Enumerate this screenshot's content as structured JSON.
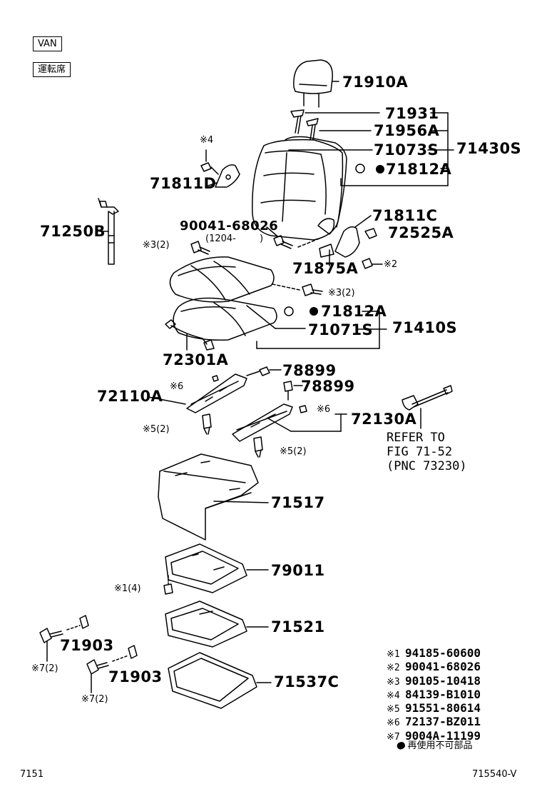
{
  "tags": {
    "van": "VAN",
    "driver_seat": "運転席"
  },
  "parts": {
    "p71910A": "71910A",
    "p71931": "71931",
    "p71956A": "71956A",
    "p71073S": "71073S",
    "p71430S": "71430S",
    "p71812A_top": "71812A",
    "p71811D": "71811D",
    "note4": "※4",
    "p71250B": "71250B",
    "p90041_68026": "90041-68026",
    "p1204": "(1204-",
    "p1204_close": ")",
    "note3_2_left": "※3(2)",
    "p71811C": "71811C",
    "p72525A": "72525A",
    "p71875A": "71875A",
    "note2": "※2",
    "note3_2_right": "※3(2)",
    "p71812A_mid": "71812A",
    "p71071S": "71071S",
    "p71410S": "71410S",
    "p72301A": "72301A",
    "p78899_a": "78899",
    "p78899_b": "78899",
    "p72110A": "72110A",
    "note6_left": "※6",
    "note6_right": "※6",
    "p72130A": "72130A",
    "note5_2_left": "※5(2)",
    "note5_2_right": "※5(2)",
    "refer_1": "REFER TO",
    "refer_2": "FIG 71-52",
    "refer_3": "(PNC 73230)",
    "p71517": "71517",
    "p79011": "79011",
    "note1_4": "※1(4)",
    "p71521": "71521",
    "p71903_a": "71903",
    "note7_2_a": "※7(2)",
    "p71903_b": "71903",
    "note7_2_b": "※7(2)",
    "p71537C": "71537C"
  },
  "legend": [
    {
      "mark": "※1",
      "code": "94185-60600"
    },
    {
      "mark": "※2",
      "code": "90041-68026"
    },
    {
      "mark": "※3",
      "code": "90105-10418"
    },
    {
      "mark": "※4",
      "code": "84139-B1010"
    },
    {
      "mark": "※5",
      "code": "91551-80614"
    },
    {
      "mark": "※6",
      "code": "72137-BZ011"
    },
    {
      "mark": "※7",
      "code": "9004A-11199"
    }
  ],
  "legend_note": "● 再使用不可部品",
  "footer": {
    "left": "7151",
    "right": "715540-V"
  }
}
